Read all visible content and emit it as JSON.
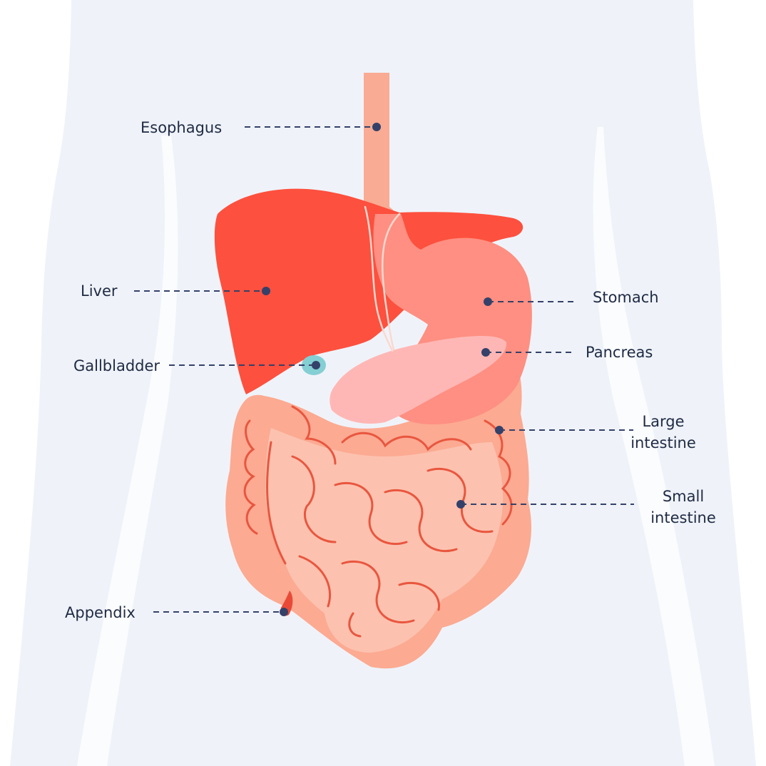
{
  "colors": {
    "background": "#ffffff",
    "body_silhouette": "#eff3f9",
    "esophagus": "#f9ab93",
    "liver": "#fd503e",
    "stomach": "#fe8f82",
    "pancreas": "#ffb7b5",
    "gallbladder": "#84cfd3",
    "large_intestine": "#fcaa92",
    "small_intestine": "#fcc2af",
    "intestine_lines": "#e9563f",
    "appendix": "#e94a38",
    "pointer": "#34416a"
  },
  "labels": {
    "esophagus": "Esophagus",
    "liver": "Liver",
    "gallbladder": "Gallbladder",
    "appendix": "Appendix",
    "stomach": "Stomach",
    "pancreas": "Pancreas",
    "large_intestine_1": "Large",
    "large_intestine_2": "intestine",
    "small_intestine_1": "Small",
    "small_intestine_2": "intestine"
  }
}
